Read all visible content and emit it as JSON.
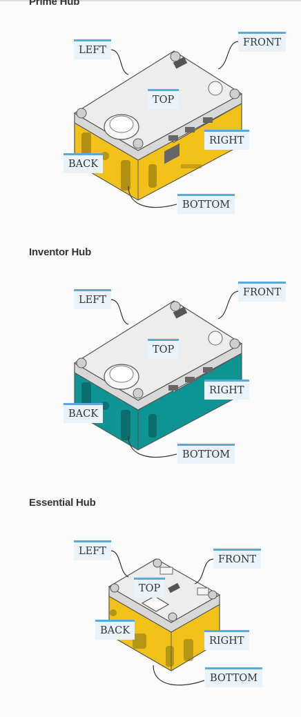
{
  "sections": [
    {
      "title": "Prime Hub",
      "body_color": "#f2c21a",
      "labels": {
        "left": "LEFT",
        "front": "FRONT",
        "top": "TOP",
        "right": "RIGHT",
        "back": "BACK",
        "bottom": "BOTTOM"
      }
    },
    {
      "title": "Inventor Hub",
      "body_color": "#0f9494",
      "labels": {
        "left": "LEFT",
        "front": "FRONT",
        "top": "TOP",
        "right": "RIGHT",
        "back": "BACK",
        "bottom": "BOTTOM"
      }
    },
    {
      "title": "Essential Hub",
      "body_color": "#f2c21a",
      "labels": {
        "left": "LEFT",
        "front": "FRONT",
        "top": "TOP",
        "right": "RIGHT",
        "back": "BACK",
        "bottom": "BOTTOM"
      }
    }
  ],
  "colors": {
    "label_bg": "#eaf3fa",
    "label_accent": "#59a9de",
    "top_plate": "#ededed"
  }
}
